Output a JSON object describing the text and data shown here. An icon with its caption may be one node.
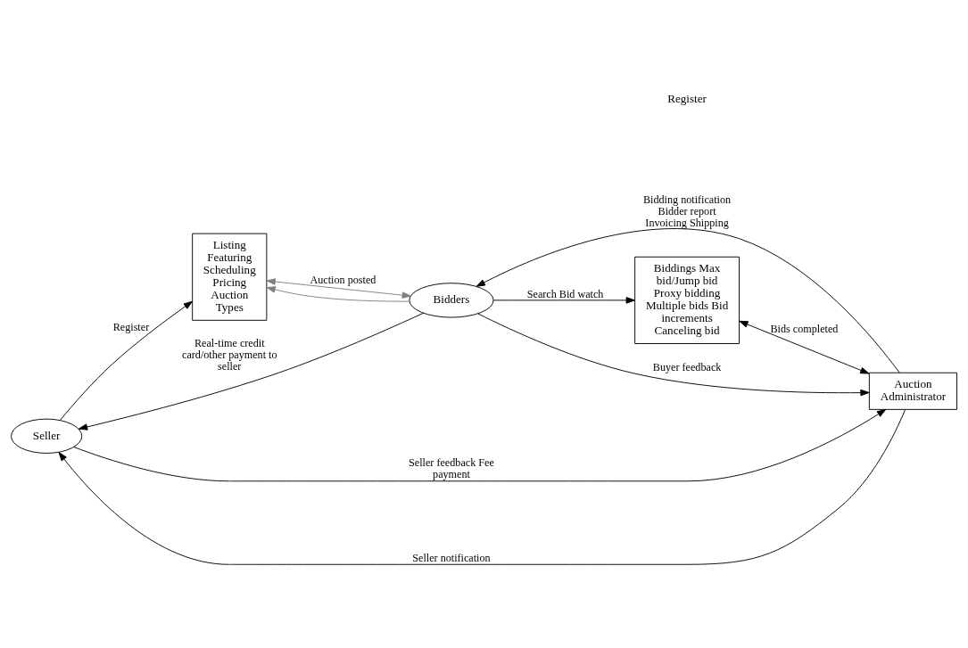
{
  "diagram": {
    "nodes": [
      {
        "text": [
          "Seller"
        ]
      },
      {
        "text": [
          "Listing Featuring Scheduling Pricing Auction Types"
        ]
      },
      {
        "text": [
          "Bidders"
        ]
      },
      {
        "text": [
          "Biddings Max bid/Jump bid Proxy bidding Multiple bids Bid increments Canceling bid"
        ]
      },
      {
        "text": [
          "Auction Administrator"
        ]
      }
    ],
    "edges": [
      {
        "from": 0,
        "to": 1,
        "arrow": "to",
        "label": "Register"
      },
      {
        "from": 1,
        "to": 2,
        "arrow": "both",
        "label": "Auction posted",
        "color": "#808080"
      },
      {
        "from": 2,
        "to": 1,
        "arrow": "to",
        "color": "#808080"
      },
      {
        "from": 2,
        "to": 3,
        "arrow": "to",
        "label": "Search Bid watch"
      },
      {
        "from": 2,
        "to": 0,
        "arrow": "to",
        "label": "Real-time credit card/other payment to seller"
      },
      {
        "from": 4,
        "to": 2,
        "arrow": "to",
        "label": "Bidding notification Bidder report Invoicing Shipping"
      },
      {
        "from": 2,
        "to": 4,
        "arrow": "to",
        "label": "Buyer feedback"
      },
      {
        "from": 3,
        "to": 4,
        "arrow": "both",
        "label": "Bids completed"
      },
      {
        "from": 4,
        "to": 0,
        "arrow": "to",
        "label": "Seller notification"
      },
      {
        "from": 0,
        "to": 4,
        "arrow": "to",
        "label": "Seller feedback Fee payment"
      }
    ],
    "labels": [
      "Register"
    ]
  }
}
